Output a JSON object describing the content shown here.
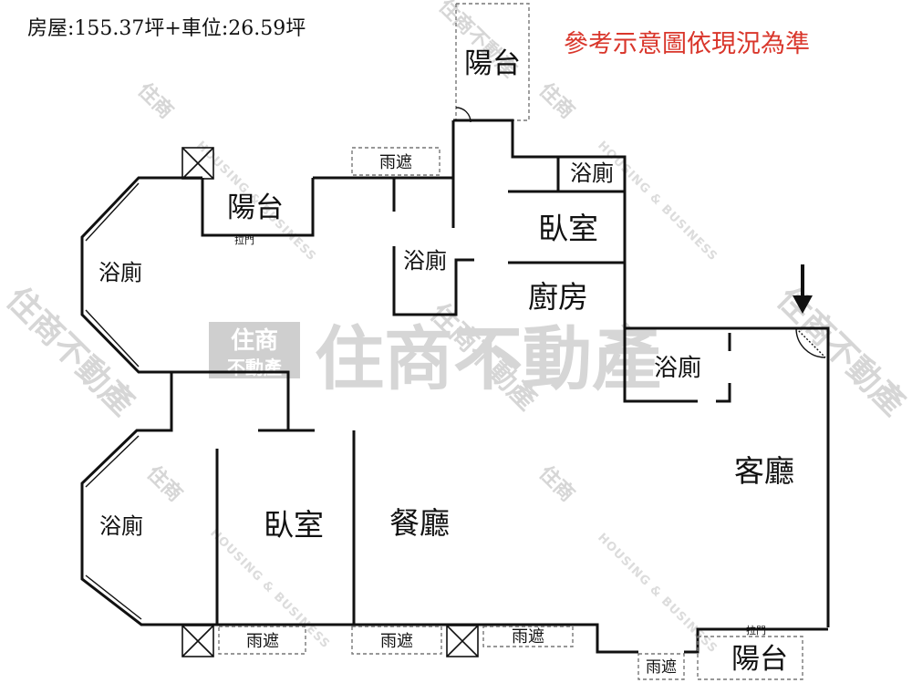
{
  "header": {
    "area_text": "房屋:155.37坪+車位:26.59坪",
    "disclaimer": "參考示意圖依現況為準"
  },
  "watermark": {
    "big_text": "住商不動產",
    "logo_top": "住商",
    "logo_bottom": "不動產",
    "english": "HOUSING & BUSINESS"
  },
  "rooms": {
    "balcony_top": "陽台",
    "balcony_left": "陽台",
    "balcony_bottom": "陽台",
    "bath_top_right": "浴廁",
    "bath_center": "浴廁",
    "bath_left_upper": "浴廁",
    "bath_left_lower": "浴廁",
    "bath_mid_right": "浴廁",
    "bedroom_top": "臥室",
    "bedroom_bottom": "臥室",
    "kitchen": "廚房",
    "living_room": "客廳",
    "dining_room": "餐廳"
  },
  "labels": {
    "canopy_top": "雨遮",
    "canopy_bottom_1": "雨遮",
    "canopy_bottom_2": "雨遮",
    "canopy_bottom_3": "雨遮",
    "canopy_bottom_4": "雨遮",
    "sliding_door_left": "拉門",
    "sliding_door_bottom": "拉門"
  },
  "icons": {
    "entrance_arrow": "arrow-down-icon",
    "duct": "crossed-box-icon"
  }
}
